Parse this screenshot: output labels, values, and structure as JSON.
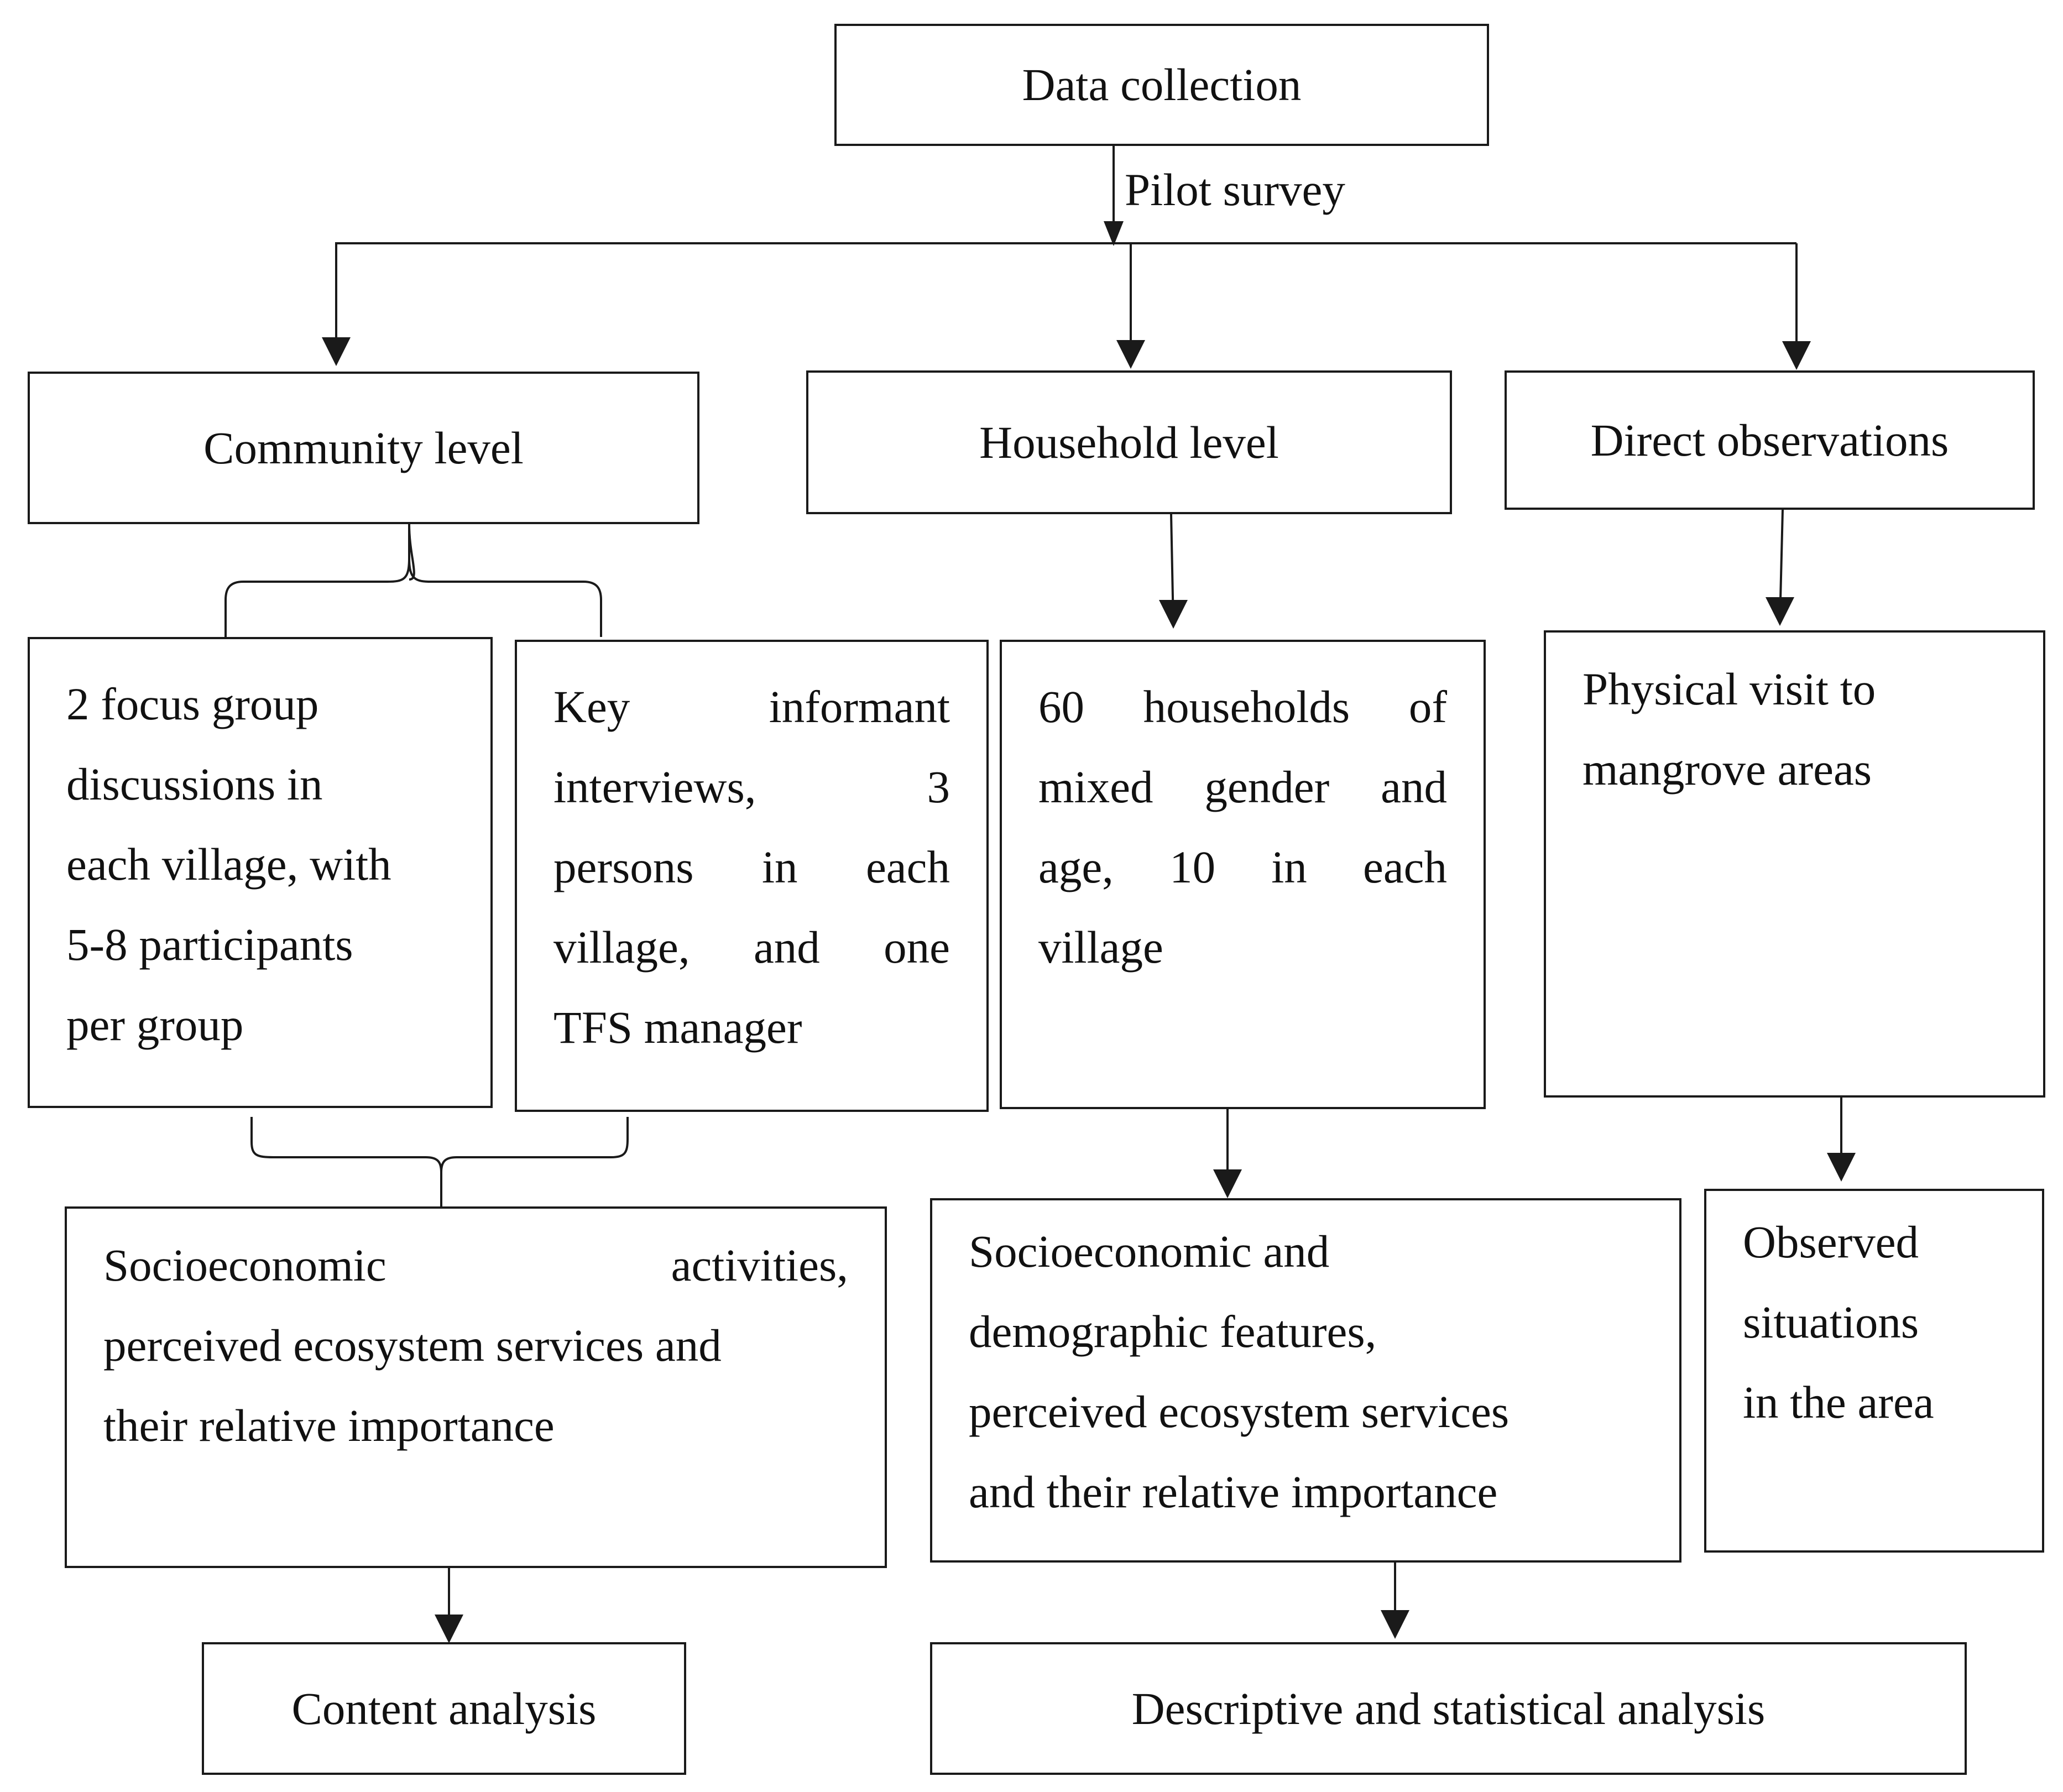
{
  "nodes": {
    "data_collection": "Data collection",
    "pilot_survey": "Pilot survey",
    "community_level": "Community level",
    "household_level": "Household level",
    "direct_observations": "Direct observations",
    "focus_groups": [
      "2 focus group",
      "discussions in",
      "each village, with",
      "5-8 participants",
      "per group"
    ],
    "key_informants": [
      "Key informant",
      "interviews, 3",
      "persons in each",
      "village, and one",
      "TFS manager"
    ],
    "households": [
      "60 households of",
      "mixed gender and",
      "age, 10 in each",
      "village"
    ],
    "physical_visit": [
      "Physical visit to",
      "mangrove areas"
    ],
    "community_outputs": [
      "Socioeconomic activities,",
      "perceived ecosystem services and",
      "their relative importance"
    ],
    "household_outputs": [
      "Socioeconomic and",
      "demographic features,",
      "perceived ecosystem services",
      "and their relative importance"
    ],
    "observed": [
      "Observed",
      "situations",
      "in the area"
    ],
    "content_analysis": "Content analysis",
    "statistical_analysis": "Descriptive and statistical analysis"
  }
}
